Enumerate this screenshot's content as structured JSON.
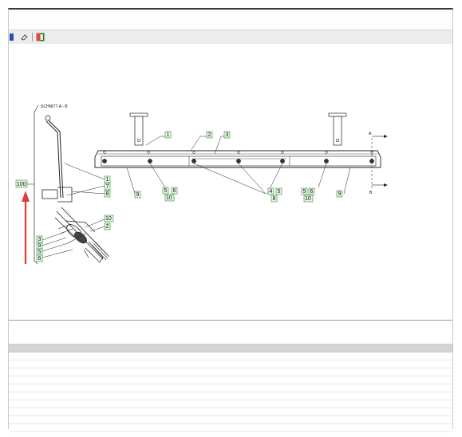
{
  "toolbar": {
    "icons": [
      "floppy-icon",
      "eraser-icon",
      "excel-icon"
    ]
  },
  "drawing": {
    "section_title": "SCHNITT  A - B",
    "marker_a": "A",
    "marker_b": "B",
    "tags": {
      "t100": "100",
      "t1a": "1",
      "t2a": "2",
      "t3a": "3",
      "t1b": "1",
      "t7": "7",
      "t8": "8",
      "t9a": "9",
      "t5a": "5",
      "t6a": "6",
      "t10a": "10",
      "t4": "4",
      "t5b": "5",
      "t8b": "8",
      "t5c": "5",
      "t6b": "6",
      "t10b": "10",
      "t9b": "9",
      "t10c": "10",
      "t2b": "2",
      "t3b": "3",
      "t9c": "9",
      "t5d": "5",
      "t6c": "6"
    }
  },
  "colors": {
    "tag_border": "#2a8a2a",
    "tag_fill": "#e9f7e6",
    "arrow": "#e23b3b",
    "grid_header": "#d4d4d4"
  }
}
